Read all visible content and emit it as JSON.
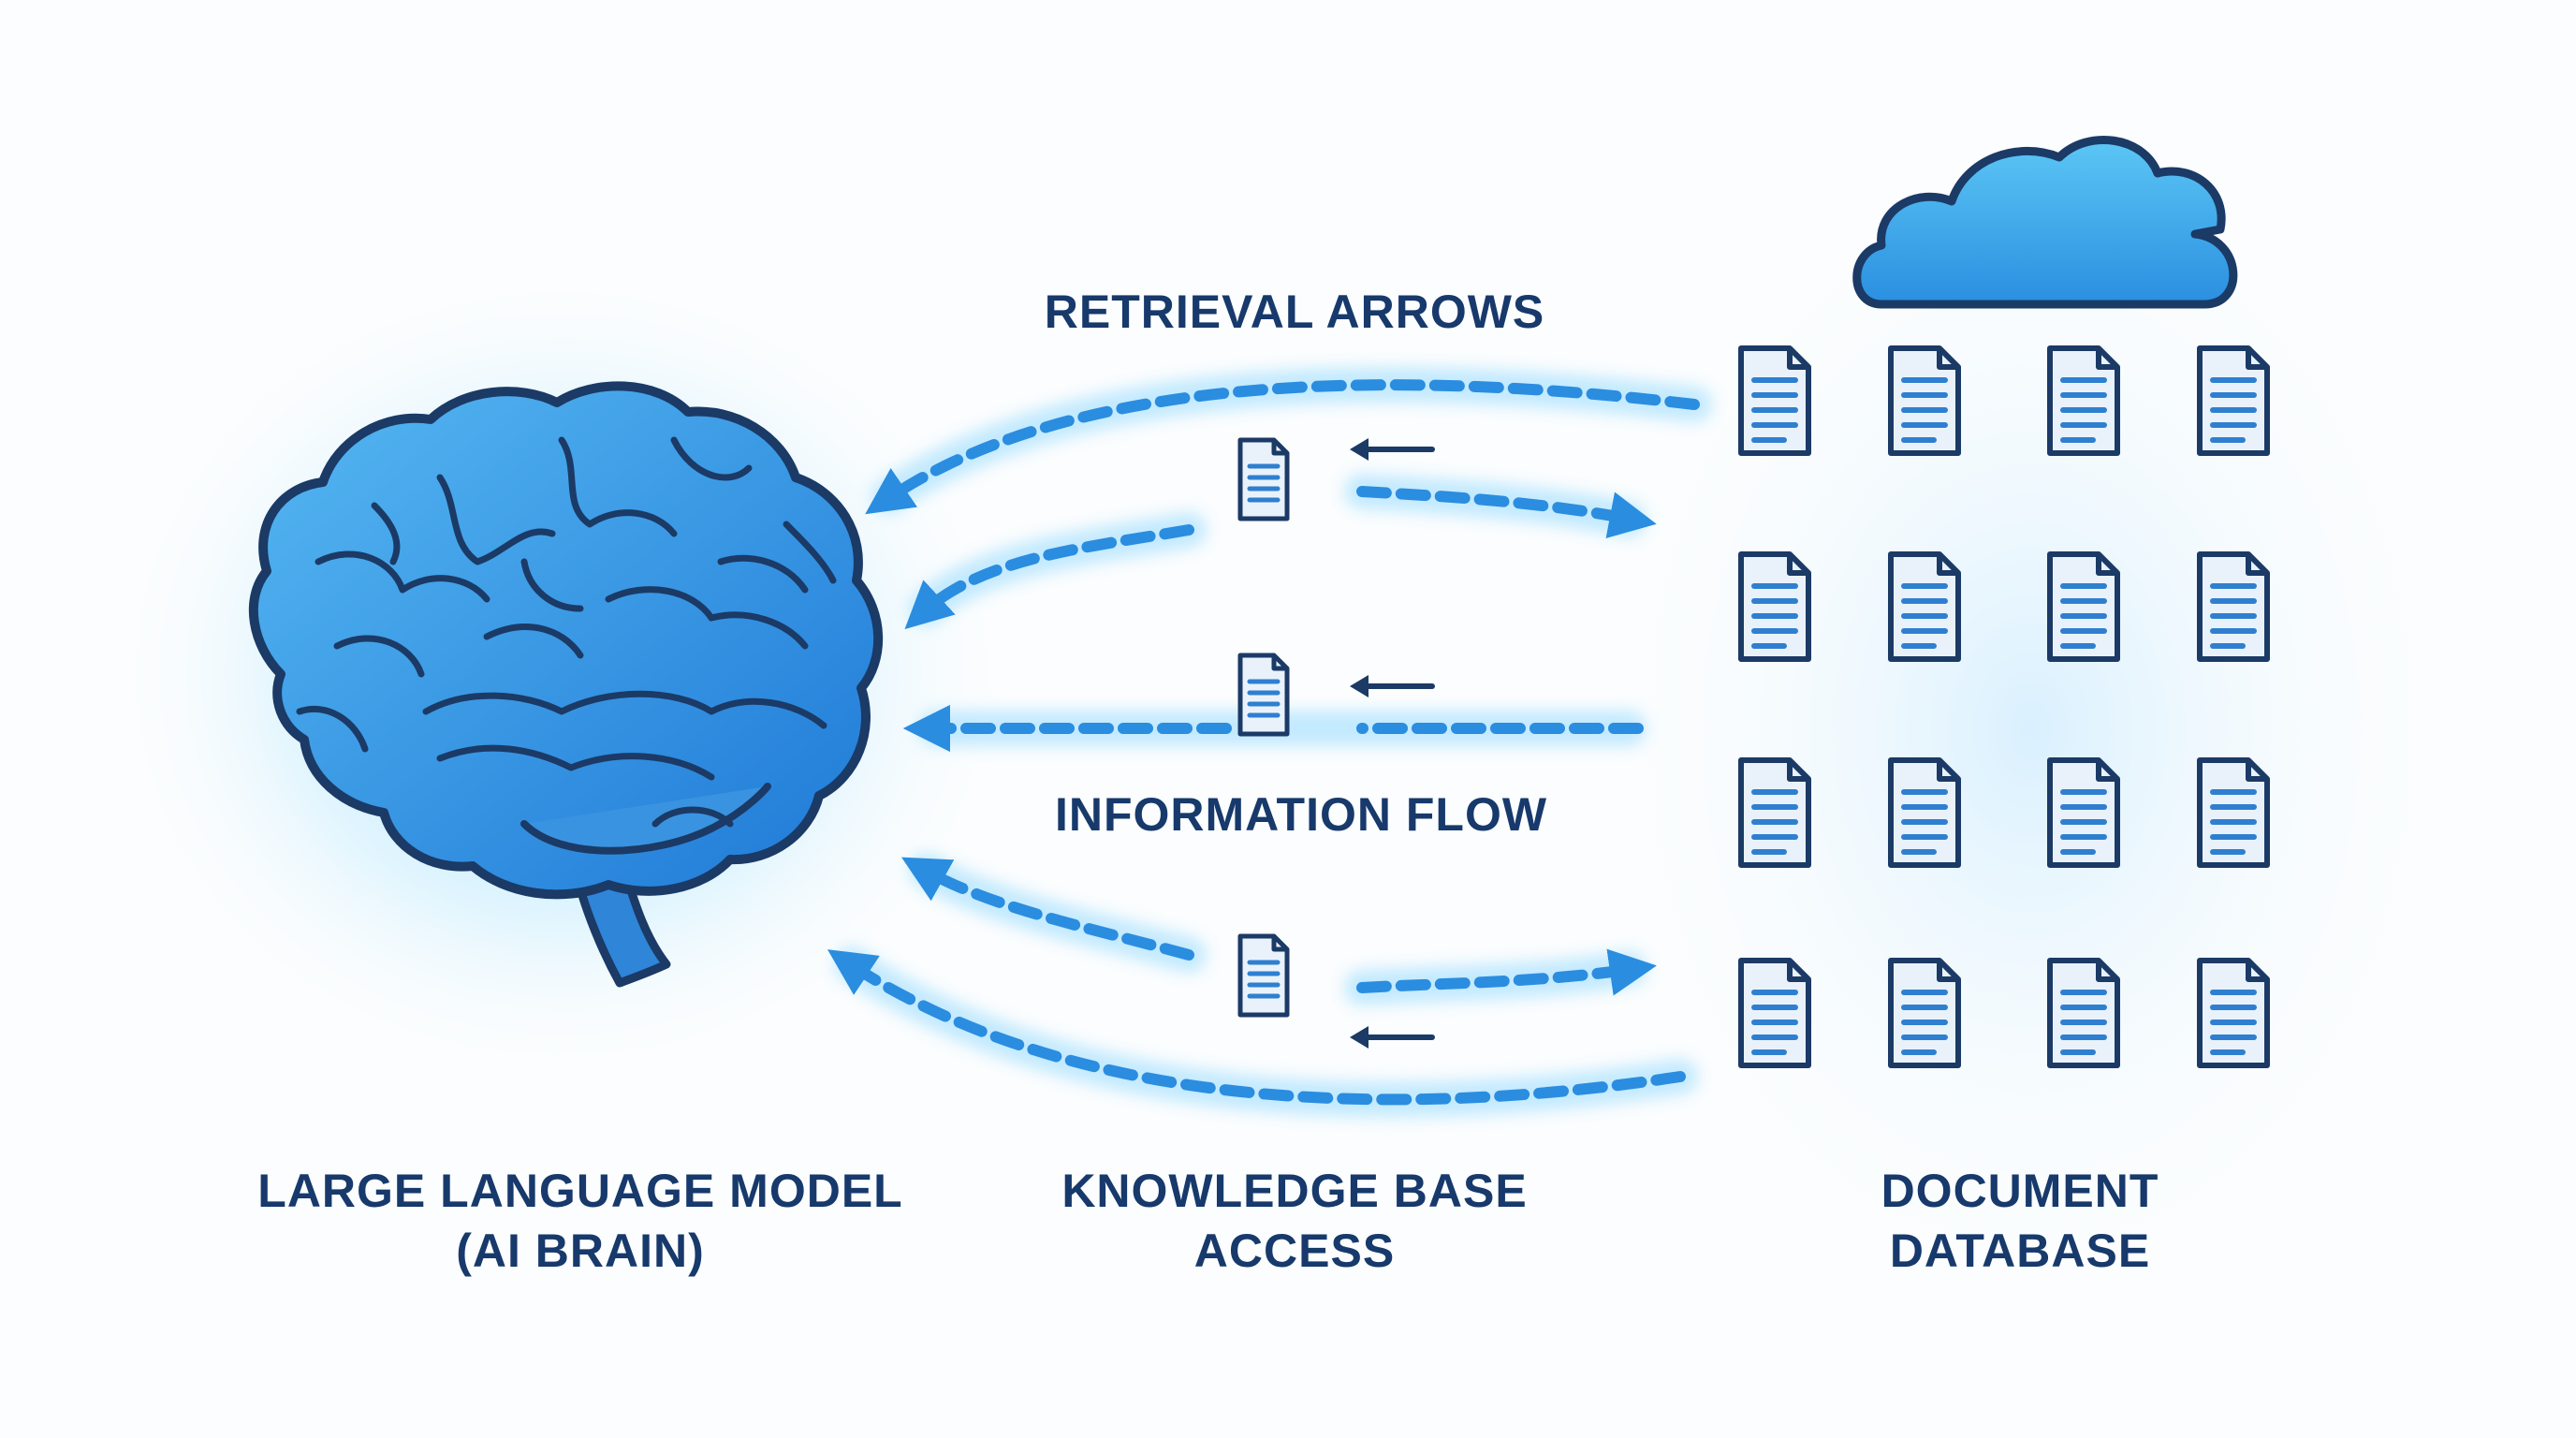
{
  "labels": {
    "retrieval_arrows": "RETRIEVAL ARROWS",
    "information_flow": "INFORMATION FLOW",
    "llm_line1": "LARGE LANGUAGE MODEL",
    "llm_line2": "(AI BRAIN)",
    "kb_line1": "KNOWLEDGE BASE",
    "kb_line2": "ACCESS",
    "db_line1": "DOCUMENT",
    "db_line2": "DATABASE"
  },
  "icons": {
    "brain": "brain-icon",
    "cloud": "cloud-icon",
    "document": "document-icon",
    "arrow": "dashed-arrow"
  },
  "document_grid": {
    "rows": 4,
    "columns": 4
  },
  "colors": {
    "background": "#fbfdfe",
    "text": "#17396b",
    "outline": "#1b3a66",
    "accent": "#2a8de0",
    "glow": "#4fc3f7",
    "doc_fill": "#e9f2fb",
    "doc_lines": "#2f7fd0"
  }
}
